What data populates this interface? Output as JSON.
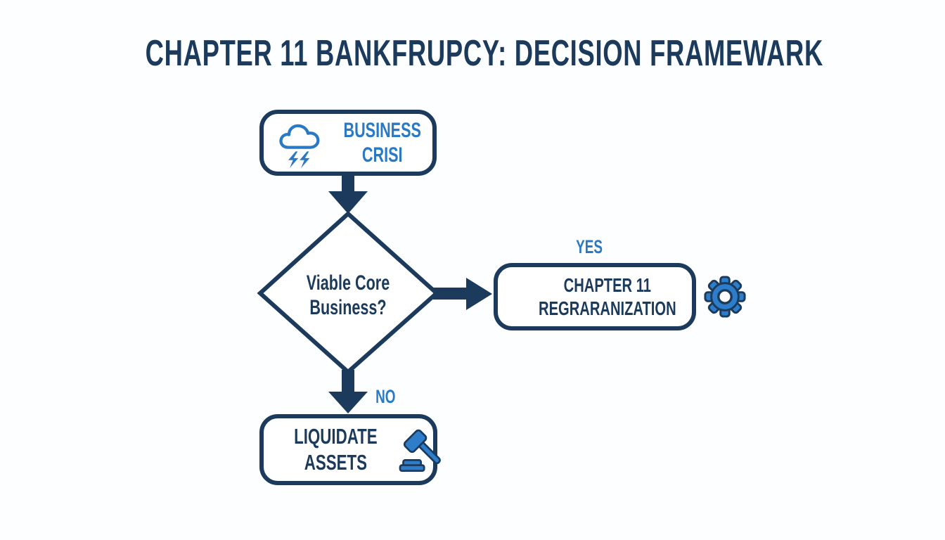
{
  "title": "CHAPTER 11 BANKFRUPCY: DECISION FRAMEWARK",
  "colors": {
    "navy": "#1b3a5c",
    "accent_blue": "#2979c4",
    "icon_fill": "#2e7dca",
    "background": "#fdfeff"
  },
  "flowchart": {
    "start": {
      "line1": "BUSINESS",
      "line2": "CRISI",
      "icon": "storm-cloud-icon"
    },
    "decision": {
      "line1": "Viable Core",
      "line2": "Business?"
    },
    "yes_label": "YES",
    "no_label": "NO",
    "reorganize": {
      "line1": "CHAPTER 11",
      "line2": "REGRARANIZATION",
      "icon": "gear-icon"
    },
    "liquidate": {
      "line1": "LIQUIDATE",
      "line2": "ASSETS",
      "icon": "gavel-icon"
    }
  }
}
